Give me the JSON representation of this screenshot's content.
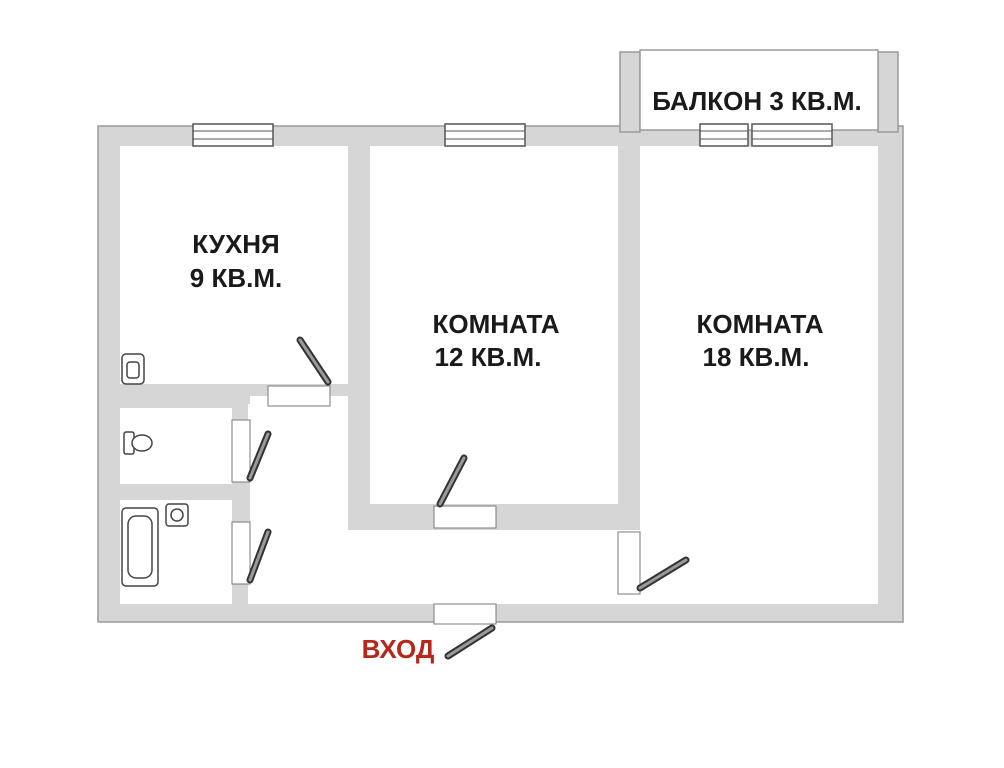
{
  "rooms": {
    "kitchen": {
      "name": "КУХНЯ",
      "area": "9 КВ.М."
    },
    "room_middle": {
      "name": "КОМНАТА",
      "area": "12 КВ.М."
    },
    "room_right": {
      "name": "КОМНАТА",
      "area": "18 КВ.М."
    },
    "balcony": {
      "label": "БАЛКОН 3 КВ.М."
    }
  },
  "entrance": {
    "label": "ВХОД"
  },
  "colors": {
    "walls": "#d6d6d6",
    "text": "#1a1a1a",
    "entrance_text": "#b5281a"
  },
  "icons": [
    "window-icon",
    "door-icon",
    "toilet-icon",
    "bathtub-icon",
    "sink-icon"
  ]
}
